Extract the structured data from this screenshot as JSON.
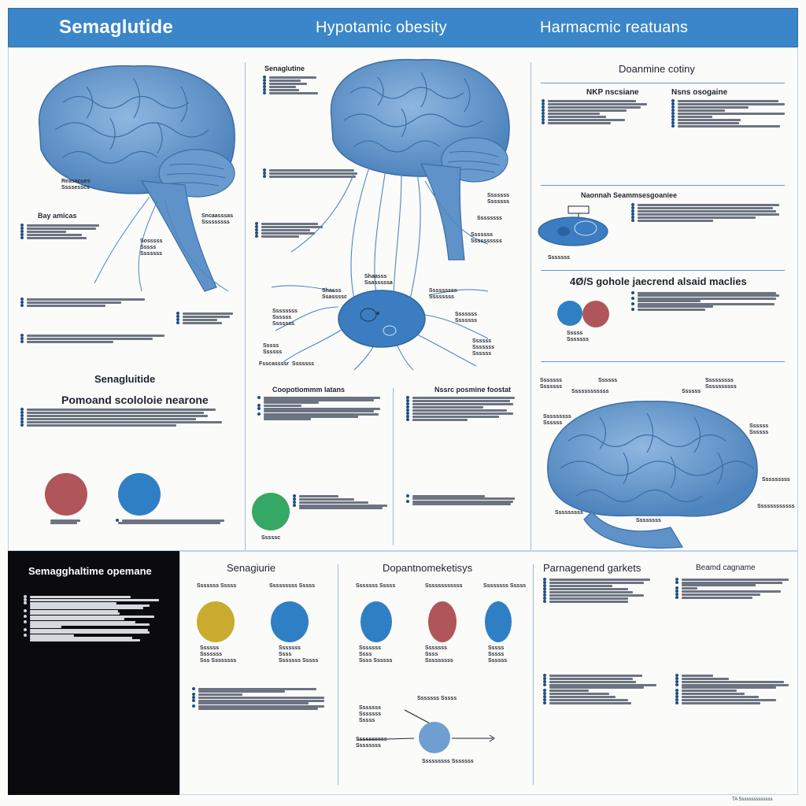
{
  "header": {
    "title_left": "Semaglutide",
    "title_center": "Hypotamic obesity",
    "title_right": "Harmacmic reatuans"
  },
  "panels": {
    "brain_left": {
      "label_a": "Reasacues\nSsssesscs",
      "label_b": "Bay amicas",
      "label_c": "Sncaasssas\nSssssssss",
      "label_d": "Sosssss\nSssss\nSssssss"
    },
    "center_top": {
      "title": "Senaglutine"
    },
    "pomoand": {
      "title_small": "Senagluitide",
      "title": "Pomoand scololoie nearone"
    },
    "neuron_center": {
      "label_a": "Shaasss\nSsasssssa",
      "label_b": "Shasss\nSsassssc",
      "label_c": "Sssssssss\nSsssssss",
      "label_d": "Fsscassssr  Sssssss",
      "label_e": "Sssssssssss",
      "table_left": "Coopotiommm latans",
      "table_right": "Nssrc posmine foostat",
      "green_label": "Sssssc"
    },
    "dopamine": {
      "title": "Doanmine cotiny",
      "col_left": "NKP nscsiane",
      "col_right": "Nsns osogaine",
      "sub_title": "Naonnah Seammsesgoaniee",
      "organ_label": "Sssssss",
      "match_title": "4Ø/S gohole jaecrend alsaid maclies",
      "dots_label": "Sssss\nSssssss"
    },
    "brain_right": {
      "labels": [
        "Sssssssss",
        "Ssssssssssss",
        "Sssssssss",
        "Ssssssss"
      ]
    }
  },
  "lower": {
    "dark_title": "Semagghaltime opemane",
    "col1_title": "Senagiurie",
    "col1_labels": [
      "Sssssss Sssss",
      "Sssssssss Sssss"
    ],
    "col2_title": "Dopantnomeketisys",
    "col2_labels": [
      "Sssssss Sssss",
      "Ssssssssssss",
      "Ssssssss Sssss"
    ],
    "flow_label_top": "Sssssss Sssss",
    "flow_label_left": "Ssssssssss\nSsssssss",
    "flow_label_bottom": "Sssssssss Sssssss",
    "col3_title": "Parnagenend garkets",
    "col4_title": "Beamd cagname",
    "footer": "TA Ssssssssssssss"
  },
  "colors": {
    "header_blue": "#3b86c8",
    "brain_blue": "#6f9fd0",
    "circle_red": "#b0555a",
    "circle_blue": "#2f7fc4",
    "circle_green": "#34a864",
    "circle_yellow": "#c9ac2f"
  }
}
